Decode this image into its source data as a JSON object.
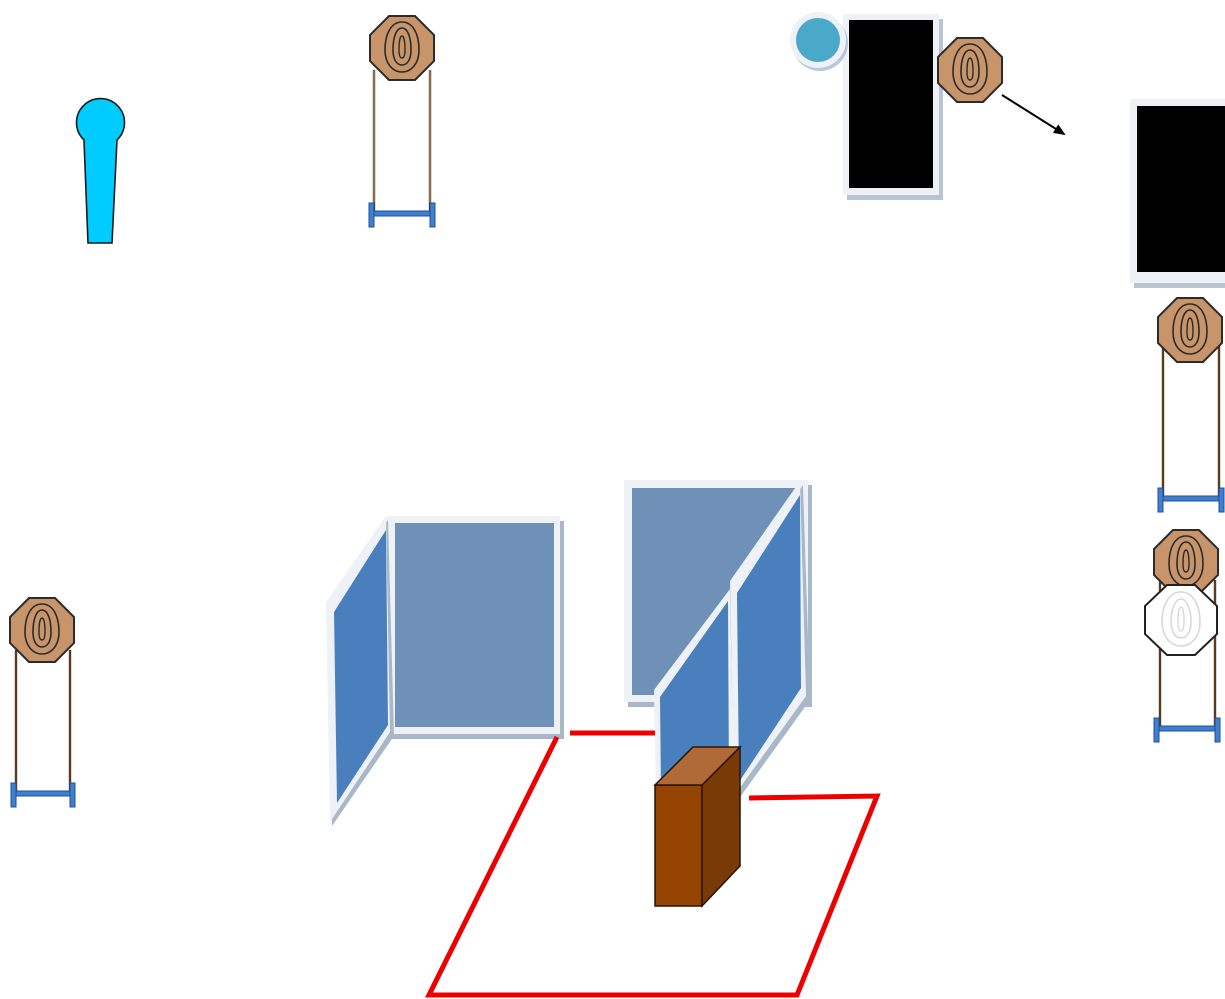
{
  "diagram": {
    "kind": "shooting-stage-layout",
    "background_color": "#ffffff",
    "elements": {
      "paper_target": {
        "fill": "#c8956a",
        "outline": "#2b2b2b",
        "count": 6
      },
      "no_shoot_target": {
        "fill": "#ffffff",
        "outline": "#222222",
        "count": 1
      },
      "target_stand": {
        "post_color": "#5a3b1f",
        "base_color": "#3f7fd0",
        "count": 5
      },
      "steel_popper": {
        "fill": "#00ccff",
        "outline": "#1a1a1a",
        "count": 1
      },
      "swinger_disc": {
        "fill": "#4aa8c8",
        "rim": "#e0e8f0",
        "count": 1
      },
      "black_panel": {
        "fill": "#000000",
        "border": "#eef2f6",
        "count": 2
      },
      "wall_front_face": {
        "fill": "#6f91b8",
        "edge": "#eef2f6",
        "count": 2
      },
      "wall_side_face": {
        "fill": "#4a7fbe",
        "edge": "#eef2f6",
        "count": 3
      },
      "shooting_box_line": {
        "color": "#ee0000"
      },
      "barrel_prop": {
        "front": "#944400",
        "side": "#7a3a08",
        "top": "#b06a38",
        "count": 1
      },
      "movement_arrow": {
        "color": "#000000",
        "count": 1
      }
    }
  }
}
